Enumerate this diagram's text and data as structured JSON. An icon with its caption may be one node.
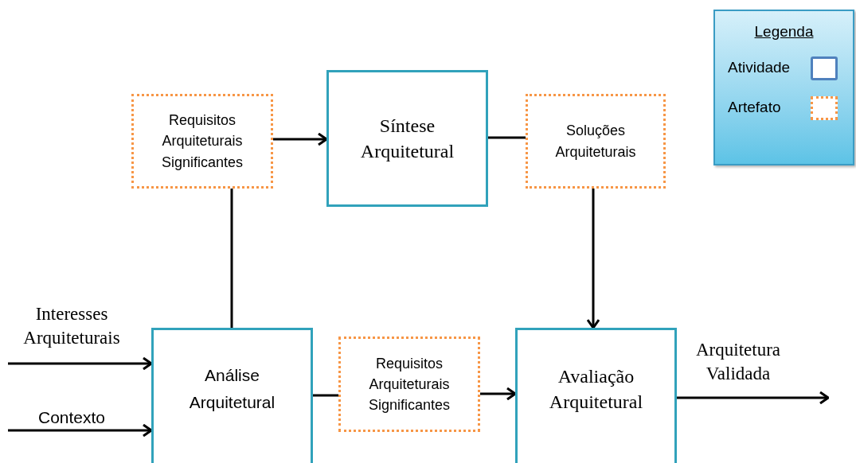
{
  "diagram": {
    "nodes": [
      {
        "text": [
          "Requisitos Arquiteturais Significantes"
        ]
      },
      {
        "text": [
          "Síntese Arquitetural"
        ]
      },
      {
        "text": [
          "Soluções Arquiteturais"
        ]
      },
      {
        "text": [
          "Análise Arquitetural"
        ]
      },
      {
        "text": [
          "Requisitos Arquiteturais Significantes"
        ]
      },
      {
        "text": [
          "Avaliação Arquitetural"
        ]
      }
    ],
    "edges": [
      {
        "from": 0,
        "to": 1,
        "arrow": "to"
      },
      {
        "from": 3,
        "to": 0,
        "arrow": "none"
      },
      {
        "from": 1,
        "to": 2,
        "arrow": "none"
      },
      {
        "from": 2,
        "to": 5,
        "arrow": "to"
      },
      {
        "from": 3,
        "to": 4,
        "arrow": "none"
      },
      {
        "from": 4,
        "to": 5,
        "arrow": "to"
      },
      {
        "from": null,
        "to": 3,
        "arrow": "to",
        "label": "Interesses Arquiteturais"
      },
      {
        "from": null,
        "to": 3,
        "arrow": "to",
        "label": "Contexto"
      },
      {
        "from": 5,
        "to": null,
        "arrow": "to",
        "label": "Arquitetura Validada"
      }
    ],
    "labels": [
      "Legenda"
    ],
    "legend": [
      {
        "text": "Atividade"
      },
      {
        "text": "Artefato"
      }
    ]
  }
}
